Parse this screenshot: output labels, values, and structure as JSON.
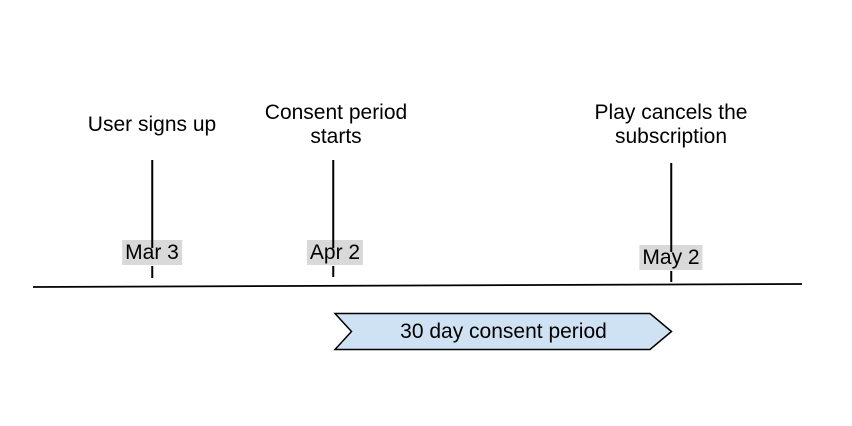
{
  "diagram": {
    "events": [
      {
        "label": "User signs up",
        "date": "Mar 3"
      },
      {
        "label": "Consent period starts",
        "date": "Apr 2"
      },
      {
        "label": "Play cancels the subscription",
        "date": "May 2"
      }
    ],
    "banner": {
      "label": "30 day consent period"
    },
    "colors": {
      "background": "#ffffff",
      "banner_fill": "#cfe2f3",
      "banner_border": "#000000",
      "date_label_bg": "#d9d9d9",
      "line_color": "#000000",
      "text_color": "#000000"
    }
  }
}
